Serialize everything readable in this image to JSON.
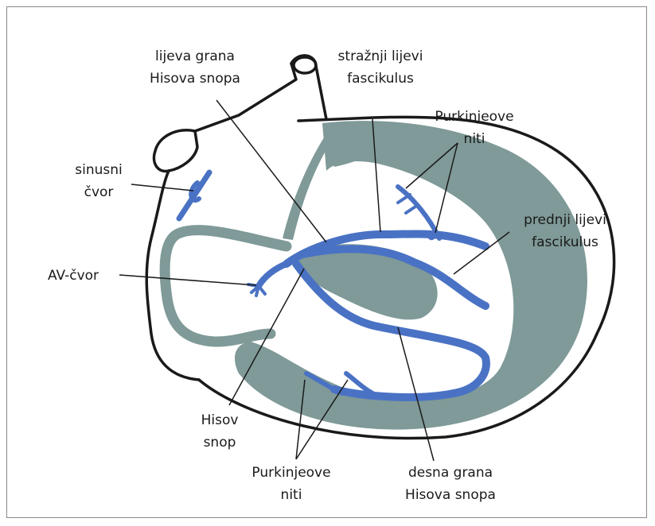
{
  "labels": {
    "left_branch_line1": "lijeva grana",
    "left_branch_line2": "Hisova snopa",
    "posterior_line1": "stražnji lijevi",
    "posterior_line2": "fascikulus",
    "purkinje_top_line1": "Purkinjeove",
    "purkinje_top_line2": "niti",
    "sinus_line1": "sinusni",
    "sinus_line2": "čvor",
    "anterior_line1": "prednji lijevi",
    "anterior_line2": "fascikulus",
    "av_node": "AV-čvor",
    "his_line1": "Hisov",
    "his_line2": "snop",
    "purkinje_bottom_line1": "Purkinjeove",
    "purkinje_bottom_line2": "niti",
    "right_branch_line1": "desna grana",
    "right_branch_line2": "Hisova snopa"
  },
  "colors": {
    "heart_outline": "#1a1a1a",
    "myocardium": "#7f9a98",
    "conduction_system": "#4a72c4",
    "leader_lines": "#1a1a1a",
    "frame_border": "#8a8a8a"
  }
}
